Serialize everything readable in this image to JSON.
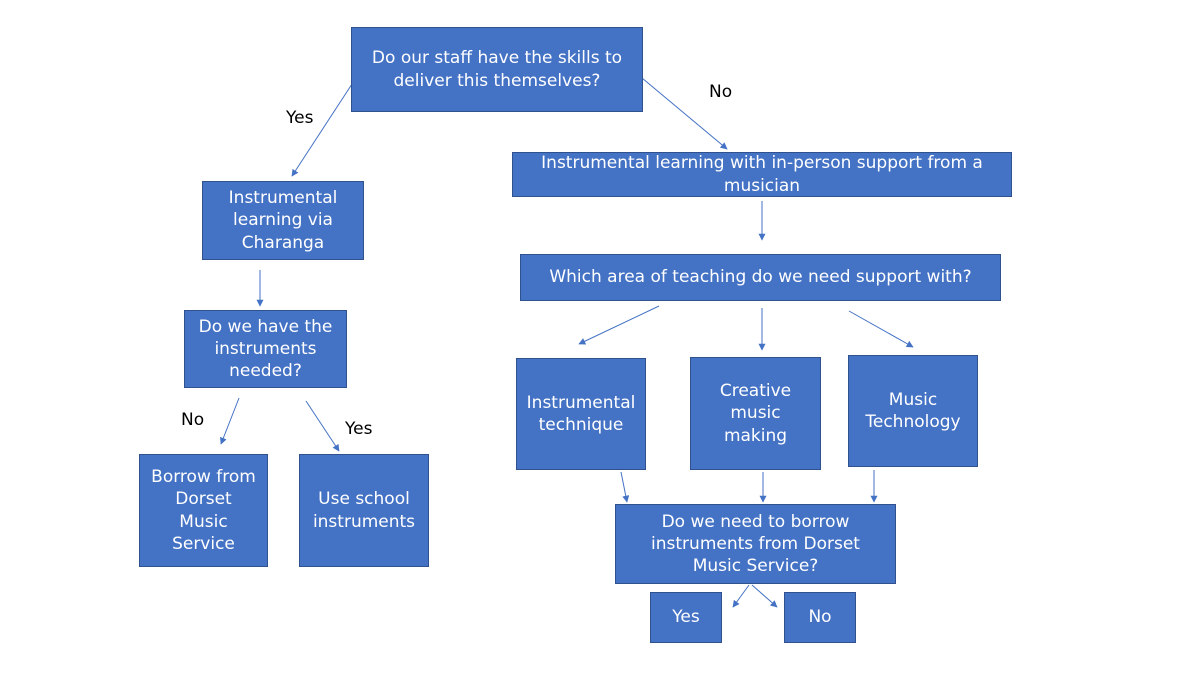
{
  "diagram": {
    "nodes": {
      "q1": [
        "Do our staff have the skills to",
        "deliver this themselves?"
      ],
      "inperson": [
        "Instrumental learning with in-person support from a",
        "musician"
      ],
      "charanga": [
        "Instrumental",
        "learning via",
        "Charanga"
      ],
      "area": [
        "Which area of teaching do we need support with?"
      ],
      "have_instruments": [
        "Do we have the",
        "instruments",
        "needed?"
      ],
      "instrumental_technique": [
        "Instrumental",
        "technique"
      ],
      "creative": [
        "Creative",
        "music",
        "making"
      ],
      "music_technology": [
        "Music",
        "Technology"
      ],
      "borrow": [
        "Borrow from",
        "Dorset",
        "Music",
        "Service"
      ],
      "use_school": [
        "Use school",
        "instruments"
      ],
      "need_borrow": [
        "Do we need to borrow",
        "instruments from Dorset",
        "Music Service?"
      ],
      "yes": [
        "Yes"
      ],
      "no": [
        "No"
      ]
    },
    "edge_labels": {
      "q1_no": "No",
      "q1_yes": "Yes",
      "instruments_no": "No",
      "instruments_yes": "Yes"
    },
    "colors": {
      "box_fill": "#4472c4",
      "box_border": "#2f528f",
      "box_text": "#ffffff",
      "arrow": "#4472c4"
    }
  }
}
